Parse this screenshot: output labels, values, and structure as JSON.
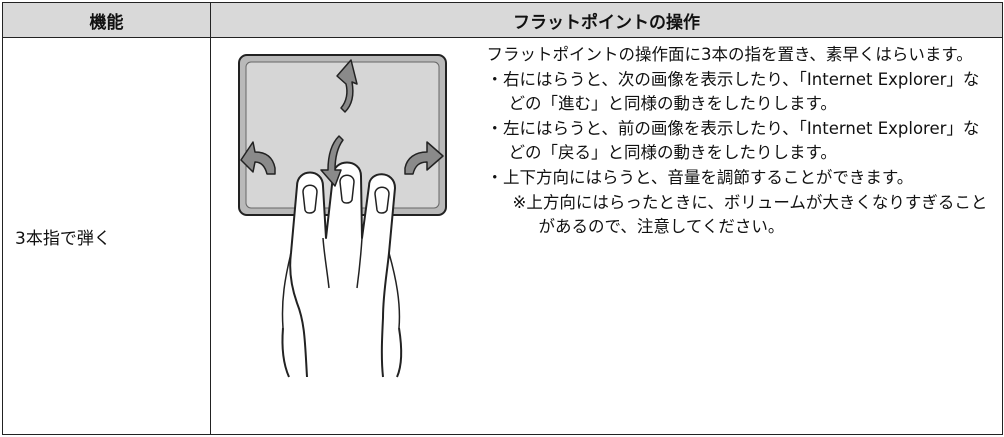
{
  "table": {
    "headers": [
      "機能",
      "フラットポイントの操作"
    ],
    "row": {
      "feature": "3本指で弾く",
      "illustration_icon": "three-finger-swipe-touchpad-icon",
      "intro": "フラットポイントの操作面に3本の指を置き、素早くはらいます。",
      "bullets": [
        "・右にはらうと、次の画像を表示したり、「Internet Explorer」などの「進む」と同様の動きをしたりします。",
        "・左にはらうと、前の画像を表示したり、「Internet Explorer」などの「戻る」と同様の動きをしたりします。",
        "・上下方向にはらうと、音量を調節することができます。"
      ],
      "note": "※上方向にはらったときに、ボリュームが大きくなりすぎることがあるので、注意してください。"
    }
  }
}
